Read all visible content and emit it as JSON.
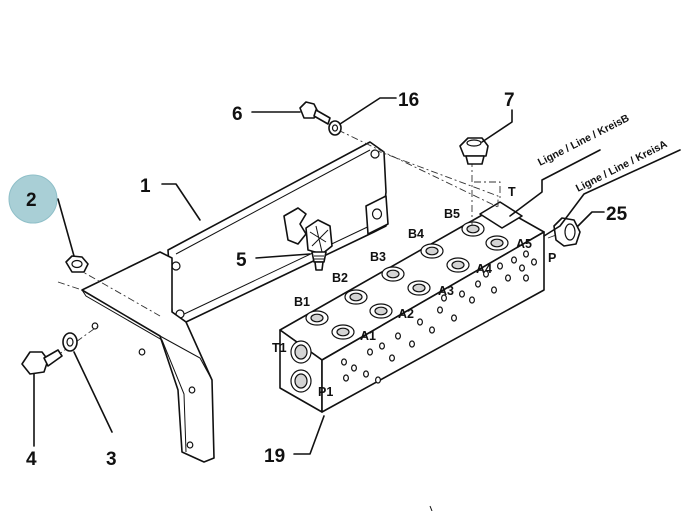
{
  "callouts": {
    "c1": "1",
    "c2": "2",
    "c3": "3",
    "c4": "4",
    "c5": "5",
    "c6": "6",
    "c7": "7",
    "c16": "16",
    "c19": "19",
    "c25": "25"
  },
  "highlight_color": "#a9cfd6",
  "ports": {
    "B1": "B1",
    "B2": "B2",
    "B3": "B3",
    "B4": "B4",
    "B5": "B5",
    "A1": "A1",
    "A2": "A2",
    "A3": "A3",
    "A4": "A4",
    "A5": "A5",
    "T1": "T1",
    "P1": "P1",
    "T": "T",
    "P": "P"
  },
  "lines": {
    "line_b": "Ligne / Line / KreisB",
    "line_a": "Ligne / Line / KreisA"
  }
}
